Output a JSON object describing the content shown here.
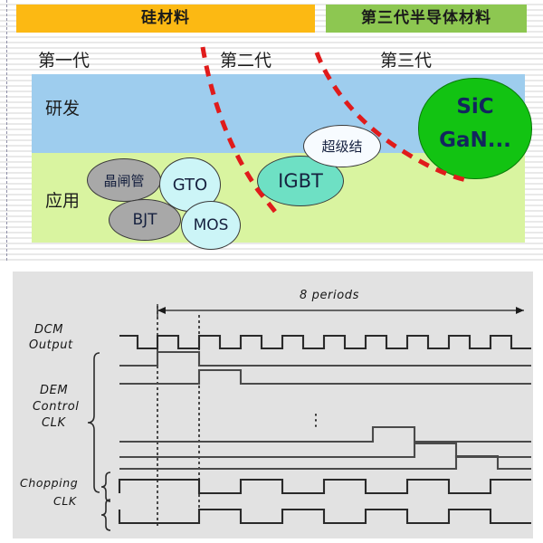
{
  "top_panel": {
    "banners": [
      {
        "id": "silicon",
        "label": "硅材料",
        "color": "#fcb913"
      },
      {
        "id": "third-gen",
        "label": "第三代半导体材料",
        "color": "#8dc751"
      }
    ],
    "generations": [
      {
        "id": "gen1",
        "label": "第一代"
      },
      {
        "id": "gen2",
        "label": "第二代"
      },
      {
        "id": "gen3",
        "label": "第三代"
      }
    ],
    "bands": [
      {
        "id": "rd",
        "label": "研发",
        "color": "#9ecdee"
      },
      {
        "id": "application",
        "label": "应用",
        "color": "#d9f4a0"
      }
    ],
    "highlight_blob": {
      "line1": "SiC",
      "line2": "GaN...",
      "fill": "#12c312",
      "text_color": "#12265e"
    },
    "bubbles": [
      {
        "id": "thyristor",
        "label": "晶闸管",
        "color": "#a8a8a8"
      },
      {
        "id": "gto",
        "label": "GTO",
        "color": "#ccf5f7"
      },
      {
        "id": "bjt",
        "label": "BJT",
        "color": "#a8a8a8"
      },
      {
        "id": "mos",
        "label": "MOS",
        "color": "#ccf5f7"
      },
      {
        "id": "igbt",
        "label": "IGBT",
        "color": "#6ee0c4"
      },
      {
        "id": "super-junction",
        "label": "超级结",
        "color": "#f7fbff"
      }
    ],
    "divider_color": "#e01b1b"
  },
  "bottom_panel": {
    "title_annotation": "8 periods",
    "signal_labels": [
      {
        "id": "dcm-output",
        "line1": "DCM",
        "line2": "Output"
      },
      {
        "id": "dem-control-clk",
        "line1": "DEM",
        "line2": "Control",
        "line3": "CLK"
      },
      {
        "id": "chopping-clk",
        "line1": "Chopping",
        "line2": "CLK"
      }
    ],
    "ellipsis": "⋮",
    "background": "#e2e2e2",
    "wave_color": "#4a4a4a"
  }
}
